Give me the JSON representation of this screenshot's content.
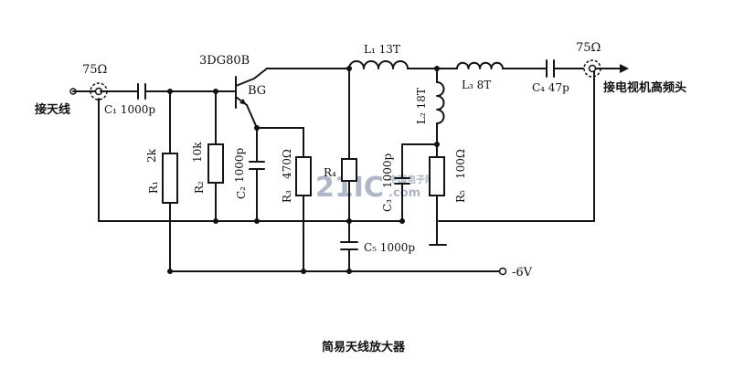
{
  "title": "简易天线放大器",
  "antenna": {
    "impedance": "75Ω",
    "label": "接天线"
  },
  "output": {
    "impedance": "75Ω",
    "label": "接电视机高频头"
  },
  "transistor": {
    "model": "3DG80B",
    "ref": "BG"
  },
  "components": {
    "c1": "C₁ 1000p",
    "r1": {
      "ref": "R₁",
      "value": "2k"
    },
    "r2": {
      "ref": "R₂",
      "value": "10k"
    },
    "c2": {
      "ref": "C₂",
      "value": "1000p"
    },
    "r3": {
      "ref": "R₃",
      "value": "470Ω"
    },
    "r4": {
      "ref": "R₄"
    },
    "c3": {
      "ref": "C₃",
      "value": "1000p"
    },
    "c5": "C₅ 1000p",
    "l1": "L₁ 13T",
    "l2": "L₂ 18T",
    "l3": "L₃  8T",
    "c4": "C₄ 47p",
    "r5": {
      "ref": "R₅",
      "value": "100Ω"
    }
  },
  "supply": "-6V",
  "watermark": {
    "main": "21IC",
    "sub": "中国电子网",
    "domain": ".com"
  },
  "colors": {
    "ink": "#141414",
    "watermark": "#aeb8c8"
  }
}
